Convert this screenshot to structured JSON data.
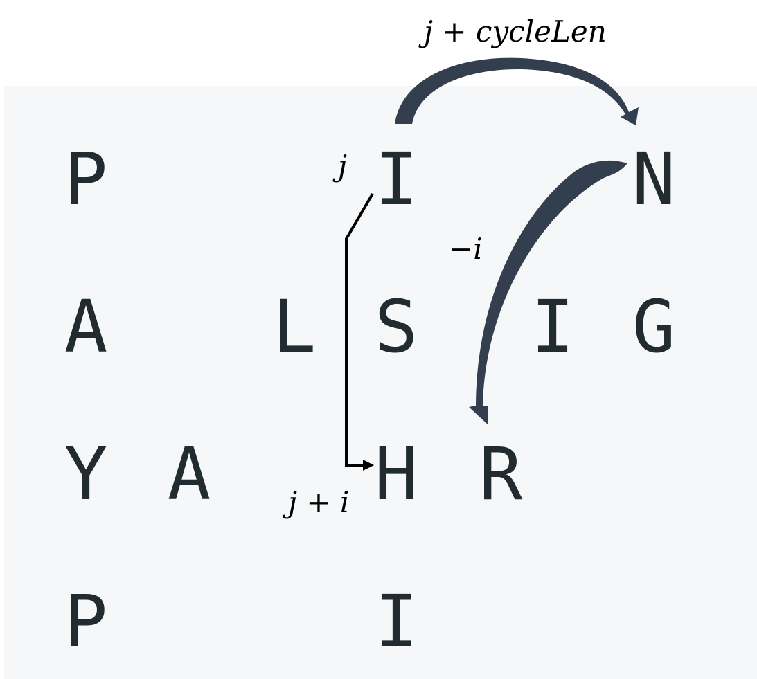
{
  "grid": {
    "rows": [
      [
        "P",
        "",
        "",
        "I",
        "",
        "N"
      ],
      [
        "A",
        "",
        "L",
        "S",
        "I",
        "G"
      ],
      [
        "Y",
        "A",
        "",
        "H",
        "R",
        ""
      ],
      [
        "P",
        "",
        "",
        "I",
        "",
        ""
      ]
    ]
  },
  "labels": {
    "top_arc": "j + cycleLen",
    "j": "j",
    "minus_i": "−i",
    "j_plus_i": "j + i"
  },
  "colors": {
    "panel": "#f6f7f9",
    "letters": "#222b30",
    "thick_arrows": "#333e4f",
    "thin_arrow": "#000000"
  }
}
